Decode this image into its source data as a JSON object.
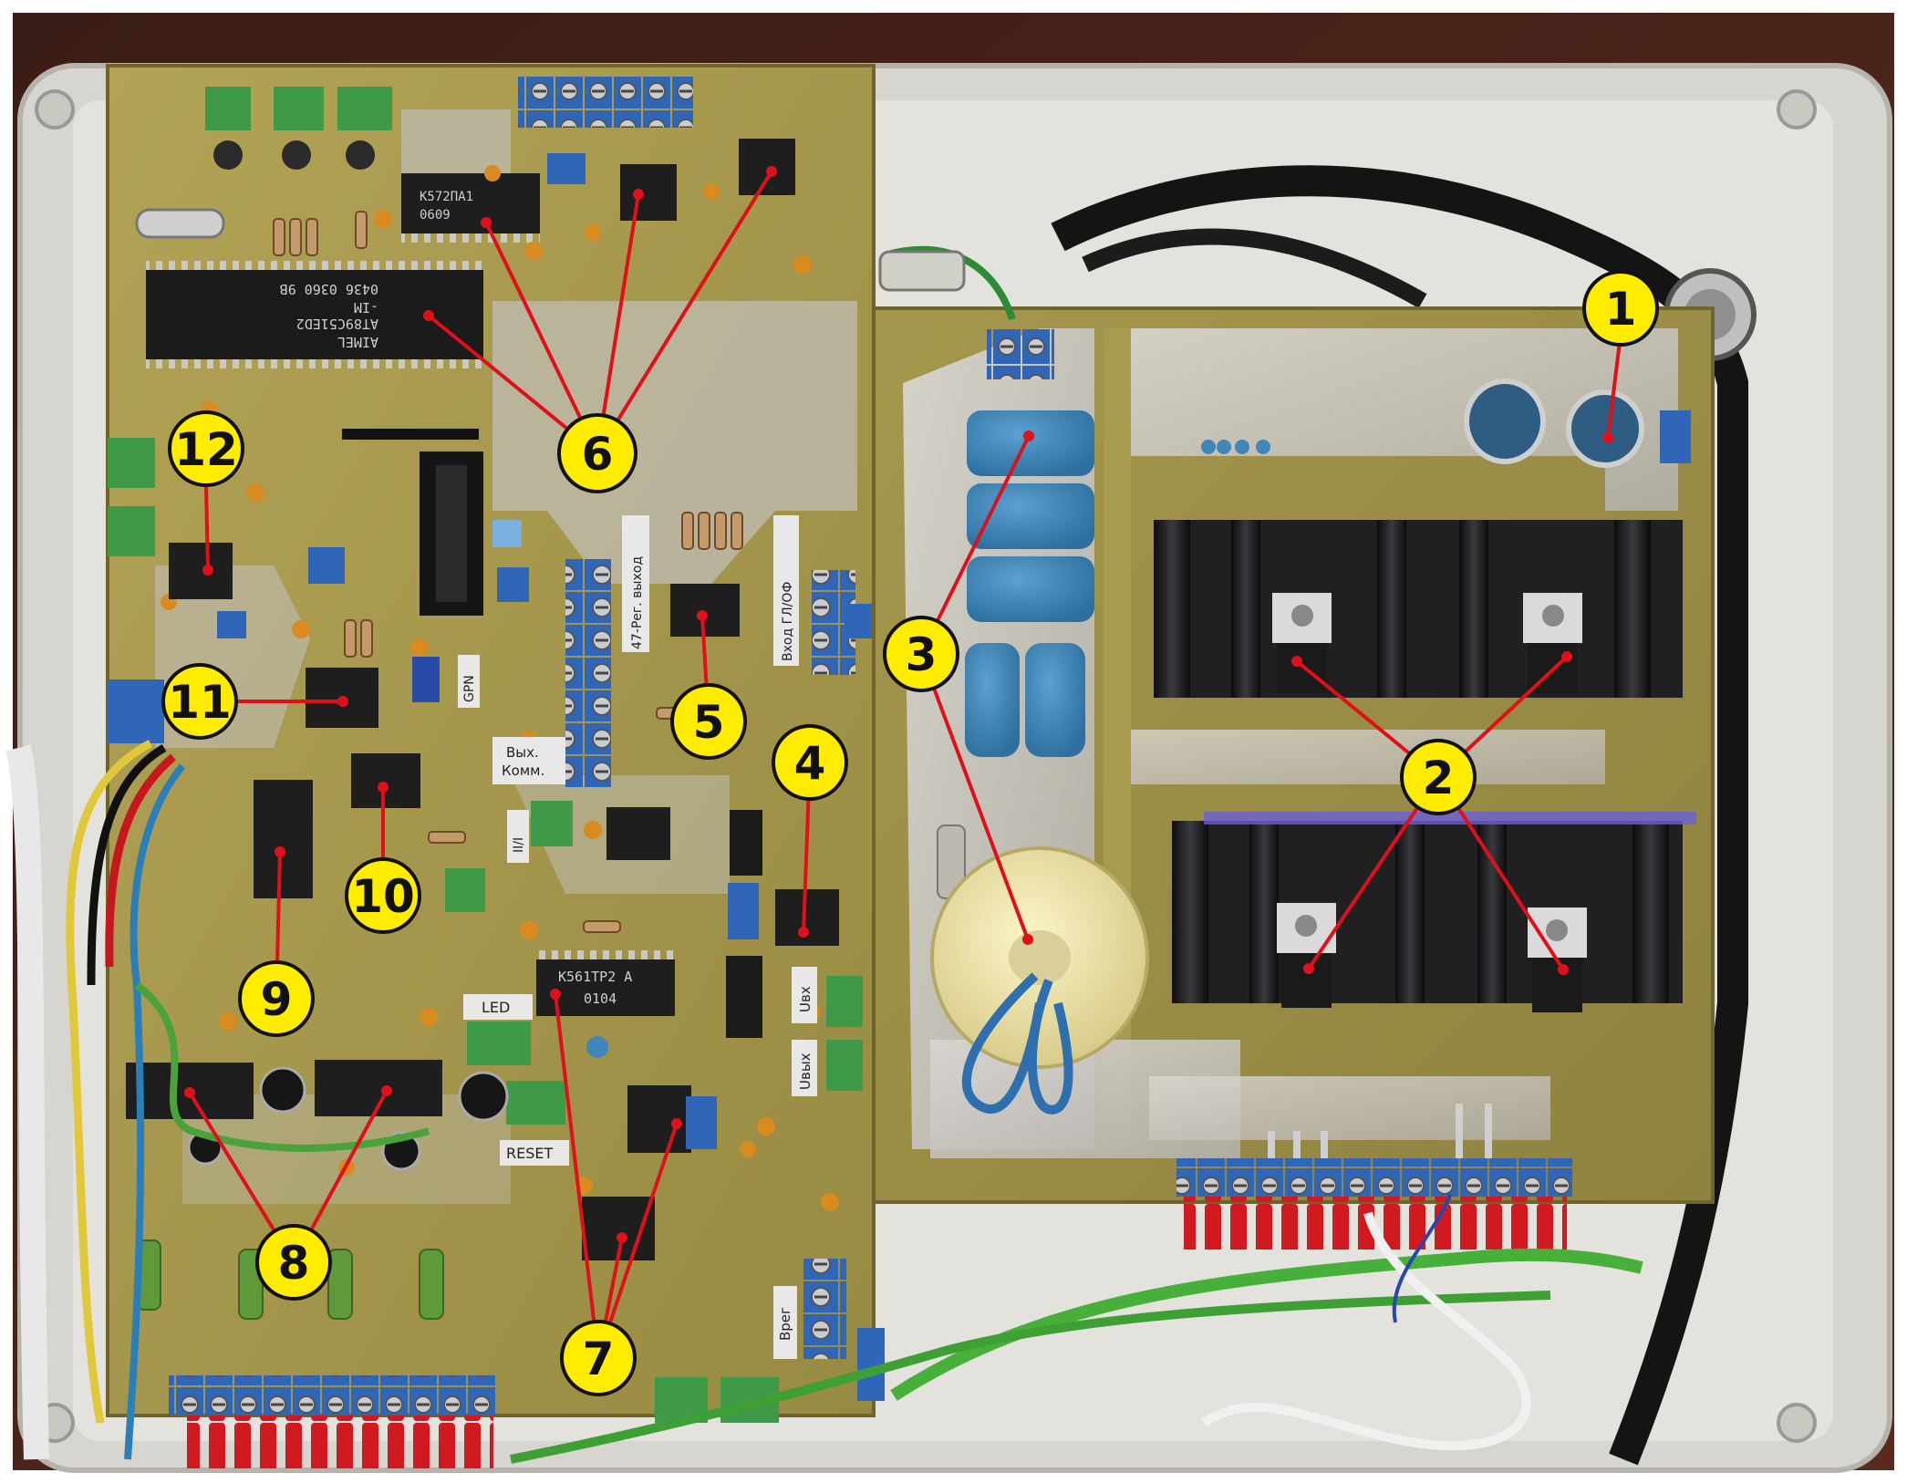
{
  "callouts": [
    {
      "id": "1",
      "label": "1"
    },
    {
      "id": "2",
      "label": "2"
    },
    {
      "id": "3",
      "label": "3"
    },
    {
      "id": "4",
      "label": "4"
    },
    {
      "id": "5",
      "label": "5"
    },
    {
      "id": "6",
      "label": "6"
    },
    {
      "id": "7",
      "label": "7"
    },
    {
      "id": "8",
      "label": "8"
    },
    {
      "id": "9",
      "label": "9"
    },
    {
      "id": "10",
      "label": "10"
    },
    {
      "id": "11",
      "label": "11"
    },
    {
      "id": "12",
      "label": "12"
    }
  ],
  "board_labels": {
    "vyh_komm": "Вых.\nКомм.",
    "vyh_komm_1": "Вых.",
    "vyh_komm_2": "Комм.",
    "gpn": "GPN",
    "led": "LED",
    "reset": "RESET",
    "uvh": "Uвх",
    "uvyh": "Uвых",
    "vreg": "Bрег",
    "reg_vyhod": "47-Рег. выход",
    "vertical_tag": "Вход ГЛ/ОФ",
    "ii_tag": "II/I"
  },
  "chip_markings": {
    "mcu_line1": "AIMEL",
    "mcu_line2": "AT89C51ED2",
    "mcu_line3": "-IM",
    "mcu_line4": "0436 0360 9B",
    "k561_line1": "К572ПА1",
    "k561_line2": "0609",
    "k561tp2_line1": "К561ТР2 А",
    "k561tp2_line2": "0104"
  },
  "colors": {
    "callout_fill": "#ffec00",
    "callout_stroke": "#111111",
    "leader_line": "#e0101a",
    "pcb": "#a89a4c",
    "enclosure": "#d9d8d2",
    "heatsink": "#1a1a1c",
    "terminal_blue": "#2f66b8",
    "terminal_green": "#3f9a48",
    "capacitor_blue": "#3f86b9",
    "toroid": "#efe6b0"
  }
}
